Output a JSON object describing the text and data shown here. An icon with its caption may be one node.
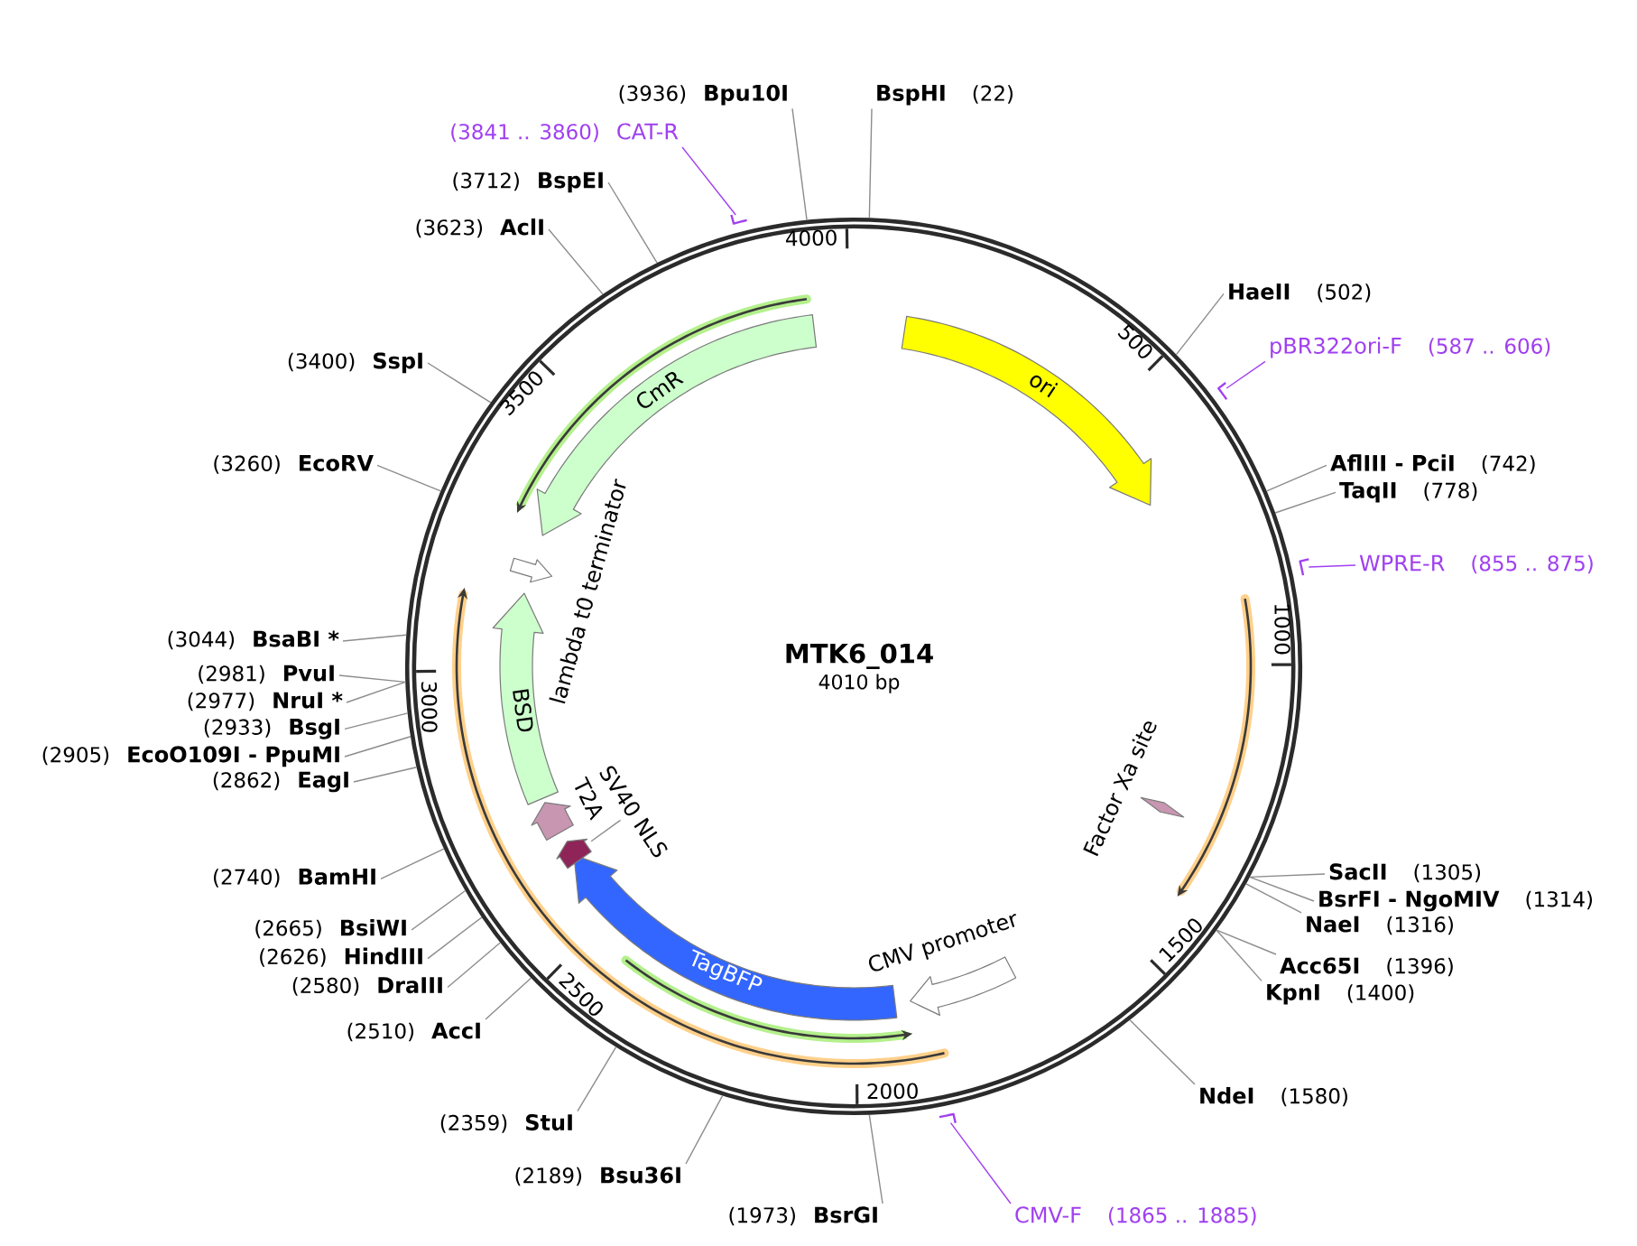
{
  "diagram": {
    "nodes": [
      {
        "text": [
          "MTK6_014",
          "4010 bp"
        ]
      },
      {
        "text": [
          "ori"
        ],
        "in": 0
      },
      {
        "text": [
          "Factor Xa site"
        ],
        "in": 0
      },
      {
        "text": [
          "CMV promoter"
        ],
        "in": 0
      },
      {
        "text": [
          "TagBFP"
        ],
        "in": 0
      },
      {
        "text": [
          "SV40 NLS"
        ],
        "in": 0
      },
      {
        "text": [],
        "shape": "arrow",
        "in": 0
      },
      {
        "text": [
          "T2A"
        ],
        "in": 0
      },
      {
        "text": [
          "BSD"
        ],
        "in": 0
      },
      {
        "text": [
          "lambda t0 terminator"
        ],
        "in": 0
      },
      {
        "text": [
          "CmR"
        ],
        "in": 0
      },
      {
        "text": [
          "BspHI"
        ],
        "beside": [
          "(22)"
        ]
      },
      {
        "text": [
          "HaeII"
        ],
        "beside": [
          "(502)"
        ]
      },
      {
        "text": [
          "pBR322ori-F"
        ],
        "beside": [
          "(587 .. 606)"
        ]
      },
      {
        "text": [],
        "shape": "bar"
      },
      {
        "text": [
          "AflIII - PciI"
        ],
        "beside": [
          "(742)"
        ]
      },
      {
        "text": [
          "TaqII"
        ],
        "beside": [
          "(778)"
        ]
      },
      {
        "text": [
          "WPRE-R"
        ],
        "beside": [
          "(855 .. 875)"
        ]
      },
      {
        "text": [],
        "shape": "bar"
      },
      {
        "text": [
          "SacII"
        ],
        "beside": [
          "(1305)"
        ]
      },
      {
        "text": [
          "BsrFI - NgoMIV"
        ],
        "beside": [
          "(1314)"
        ]
      },
      {
        "text": [
          "NaeI"
        ],
        "beside": [
          "(1316)"
        ]
      },
      {
        "text": [
          "Acc65I"
        ],
        "beside": [
          "(1396)"
        ]
      },
      {
        "text": [
          "KpnI"
        ],
        "beside": [
          "(1400)"
        ]
      },
      {
        "text": [
          "NdeI"
        ],
        "beside": [
          "(1580)"
        ]
      },
      {
        "text": [
          "CMV-F"
        ],
        "beside": [
          "(1865 .. 1885)"
        ]
      },
      {
        "text": [],
        "shape": "bar"
      },
      {
        "text": [
          "BsrGI"
        ],
        "beside": [
          "(1973)"
        ]
      },
      {
        "text": [
          "Bsu36I"
        ],
        "beside": [
          "(2189)"
        ]
      },
      {
        "text": [
          "StuI"
        ],
        "beside": [
          "(2359)"
        ]
      },
      {
        "text": [
          "AccI"
        ],
        "beside": [
          "(2510)"
        ]
      },
      {
        "text": [
          "DraIII"
        ],
        "beside": [
          "(2580)"
        ]
      },
      {
        "text": [
          "HindIII"
        ],
        "beside": [
          "(2626)"
        ]
      },
      {
        "text": [
          "BsiWI"
        ],
        "beside": [
          "(2665)"
        ]
      },
      {
        "text": [
          "BamHI"
        ],
        "beside": [
          "(2740)"
        ]
      },
      {
        "text": [
          "EagI"
        ],
        "beside": [
          "(2862)"
        ]
      },
      {
        "text": [
          "EcoO109I - PpuMI"
        ],
        "beside": [
          "(2905)"
        ]
      },
      {
        "text": [
          "BsgI"
        ],
        "beside": [
          "(2933)"
        ]
      },
      {
        "text": [
          "NruI *"
        ],
        "beside": [
          "(2977)"
        ]
      },
      {
        "text": [
          "PvuI"
        ],
        "beside": [
          "(2981)"
        ]
      },
      {
        "text": [
          "BsaBI *"
        ],
        "beside": [
          "(3044)"
        ]
      },
      {
        "text": [
          "EcoRV"
        ],
        "beside": [
          "(3260)"
        ]
      },
      {
        "text": [
          "SspI"
        ],
        "beside": [
          "(3400)"
        ]
      },
      {
        "text": [
          "AclI"
        ],
        "beside": [
          "(3623)"
        ]
      },
      {
        "text": [
          "BspEI"
        ],
        "beside": [
          "(3712)"
        ]
      },
      {
        "text": [
          "CAT-R"
        ],
        "beside": [
          "(3841 .. 3860)"
        ]
      },
      {
        "text": [],
        "shape": "bar"
      },
      {
        "text": [
          "Bpu10I"
        ],
        "beside": [
          "(3936)"
        ]
      }
    ],
    "edges": [
      {
        "from": 5,
        "to": 6,
        "arrow": "none"
      },
      {
        "from": 11,
        "to": 0,
        "arrow": "none"
      },
      {
        "from": 12,
        "to": 0,
        "arrow": "none"
      },
      {
        "from": 13,
        "to": 14,
        "arrow": "none",
        "color": "#a040f0"
      },
      {
        "from": 15,
        "to": 0,
        "arrow": "none"
      },
      {
        "from": 16,
        "to": 0,
        "arrow": "none"
      },
      {
        "from": 17,
        "to": 18,
        "arrow": "none",
        "color": "#a040f0"
      },
      {
        "from": 19,
        "to": 0,
        "arrow": "none"
      },
      {
        "from": 20,
        "to": 0,
        "arrow": "none"
      },
      {
        "from": 21,
        "to": 0,
        "arrow": "none"
      },
      {
        "from": 22,
        "to": 0,
        "arrow": "none"
      },
      {
        "from": 23,
        "to": 0,
        "arrow": "none"
      },
      {
        "from": 24,
        "to": 0,
        "arrow": "none"
      },
      {
        "from": 25,
        "to": 26,
        "arrow": "none",
        "color": "#a040f0"
      },
      {
        "from": 27,
        "to": 0,
        "arrow": "none"
      },
      {
        "from": 28,
        "to": 0,
        "arrow": "none"
      },
      {
        "from": 29,
        "to": 0,
        "arrow": "none"
      },
      {
        "from": 30,
        "to": 0,
        "arrow": "none"
      },
      {
        "from": 31,
        "to": 0,
        "arrow": "none"
      },
      {
        "from": 32,
        "to": 0,
        "arrow": "none"
      },
      {
        "from": 33,
        "to": 0,
        "arrow": "none"
      },
      {
        "from": 34,
        "to": 0,
        "arrow": "none"
      },
      {
        "from": 35,
        "to": 0,
        "arrow": "none"
      },
      {
        "from": 36,
        "to": 0,
        "arrow": "none"
      },
      {
        "from": 37,
        "to": 0,
        "arrow": "none"
      },
      {
        "from": 38,
        "to": 0,
        "arrow": "none"
      },
      {
        "from": 39,
        "to": 0,
        "arrow": "none"
      },
      {
        "from": 40,
        "to": 0,
        "arrow": "none"
      },
      {
        "from": 41,
        "to": 0,
        "arrow": "none"
      },
      {
        "from": 42,
        "to": 0,
        "arrow": "none"
      },
      {
        "from": 43,
        "to": 0,
        "arrow": "none"
      },
      {
        "from": 44,
        "to": 0,
        "arrow": "none"
      },
      {
        "from": 45,
        "to": 46,
        "arrow": "none",
        "color": "#a040f0"
      },
      {
        "from": 47,
        "to": 0,
        "arrow": "none"
      }
    ],
    "labels": [
      "500",
      "1000",
      "1500",
      "2000",
      "2500",
      "3000",
      "3500",
      "4000"
    ]
  }
}
